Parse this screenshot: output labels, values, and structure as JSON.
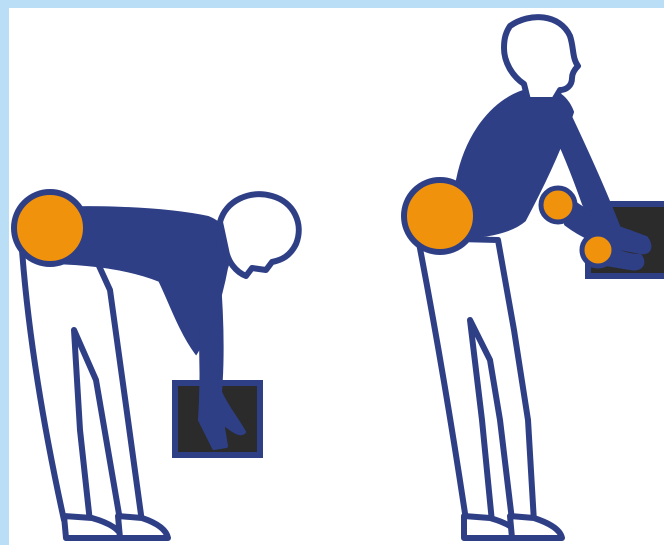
{
  "illustration": {
    "figures": [
      {
        "pose": "bent-back-lift",
        "highlight": "hip-joint"
      },
      {
        "pose": "upright-hip-hinge",
        "highlight": [
          "hip-joint",
          "elbow-joint",
          "wrist-joint"
        ]
      }
    ],
    "colors": {
      "background": "#ffffff",
      "frame": "#b9def5",
      "body": "#2e3f86",
      "outline": "#2e3f86",
      "joint": "#f0920b",
      "box": "#2b2b2b"
    }
  }
}
